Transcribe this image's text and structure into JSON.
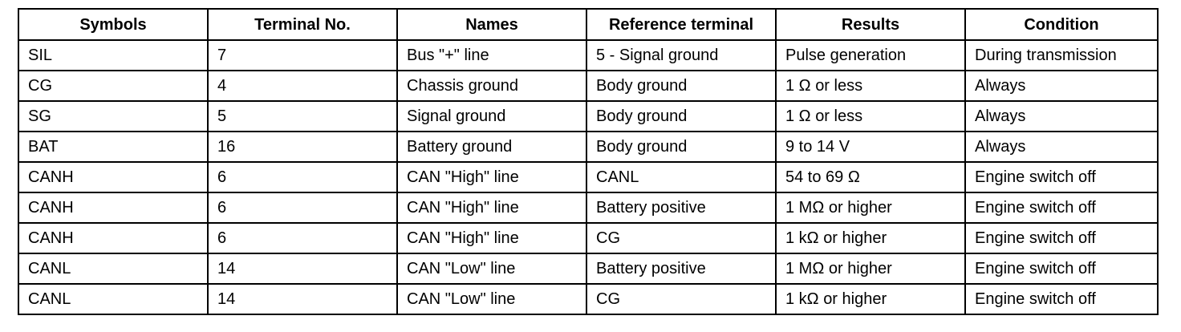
{
  "table": {
    "headers": [
      "Symbols",
      "Terminal No.",
      "Names",
      "Reference terminal",
      "Results",
      "Condition"
    ],
    "rows": [
      [
        "SIL",
        "7",
        "Bus \"+\" line",
        "5 - Signal ground",
        "Pulse generation",
        "During transmission"
      ],
      [
        "CG",
        "4",
        "Chassis ground",
        "Body ground",
        "1 Ω or less",
        "Always"
      ],
      [
        "SG",
        "5",
        "Signal ground",
        "Body ground",
        "1 Ω or less",
        "Always"
      ],
      [
        "BAT",
        "16",
        "Battery ground",
        "Body ground",
        "9 to 14 V",
        "Always"
      ],
      [
        "CANH",
        "6",
        "CAN \"High\" line",
        "CANL",
        "54 to 69 Ω",
        "Engine switch off"
      ],
      [
        "CANH",
        "6",
        "CAN \"High\" line",
        "Battery positive",
        "1 MΩ or higher",
        "Engine switch off"
      ],
      [
        "CANH",
        "6",
        "CAN \"High\" line",
        "CG",
        "1 kΩ or higher",
        "Engine switch off"
      ],
      [
        "CANL",
        "14",
        "CAN \"Low\" line",
        "Battery positive",
        "1 MΩ or higher",
        "Engine switch off"
      ],
      [
        "CANL",
        "14",
        "CAN \"Low\" line",
        "CG",
        "1 kΩ or higher",
        "Engine switch off"
      ]
    ]
  }
}
